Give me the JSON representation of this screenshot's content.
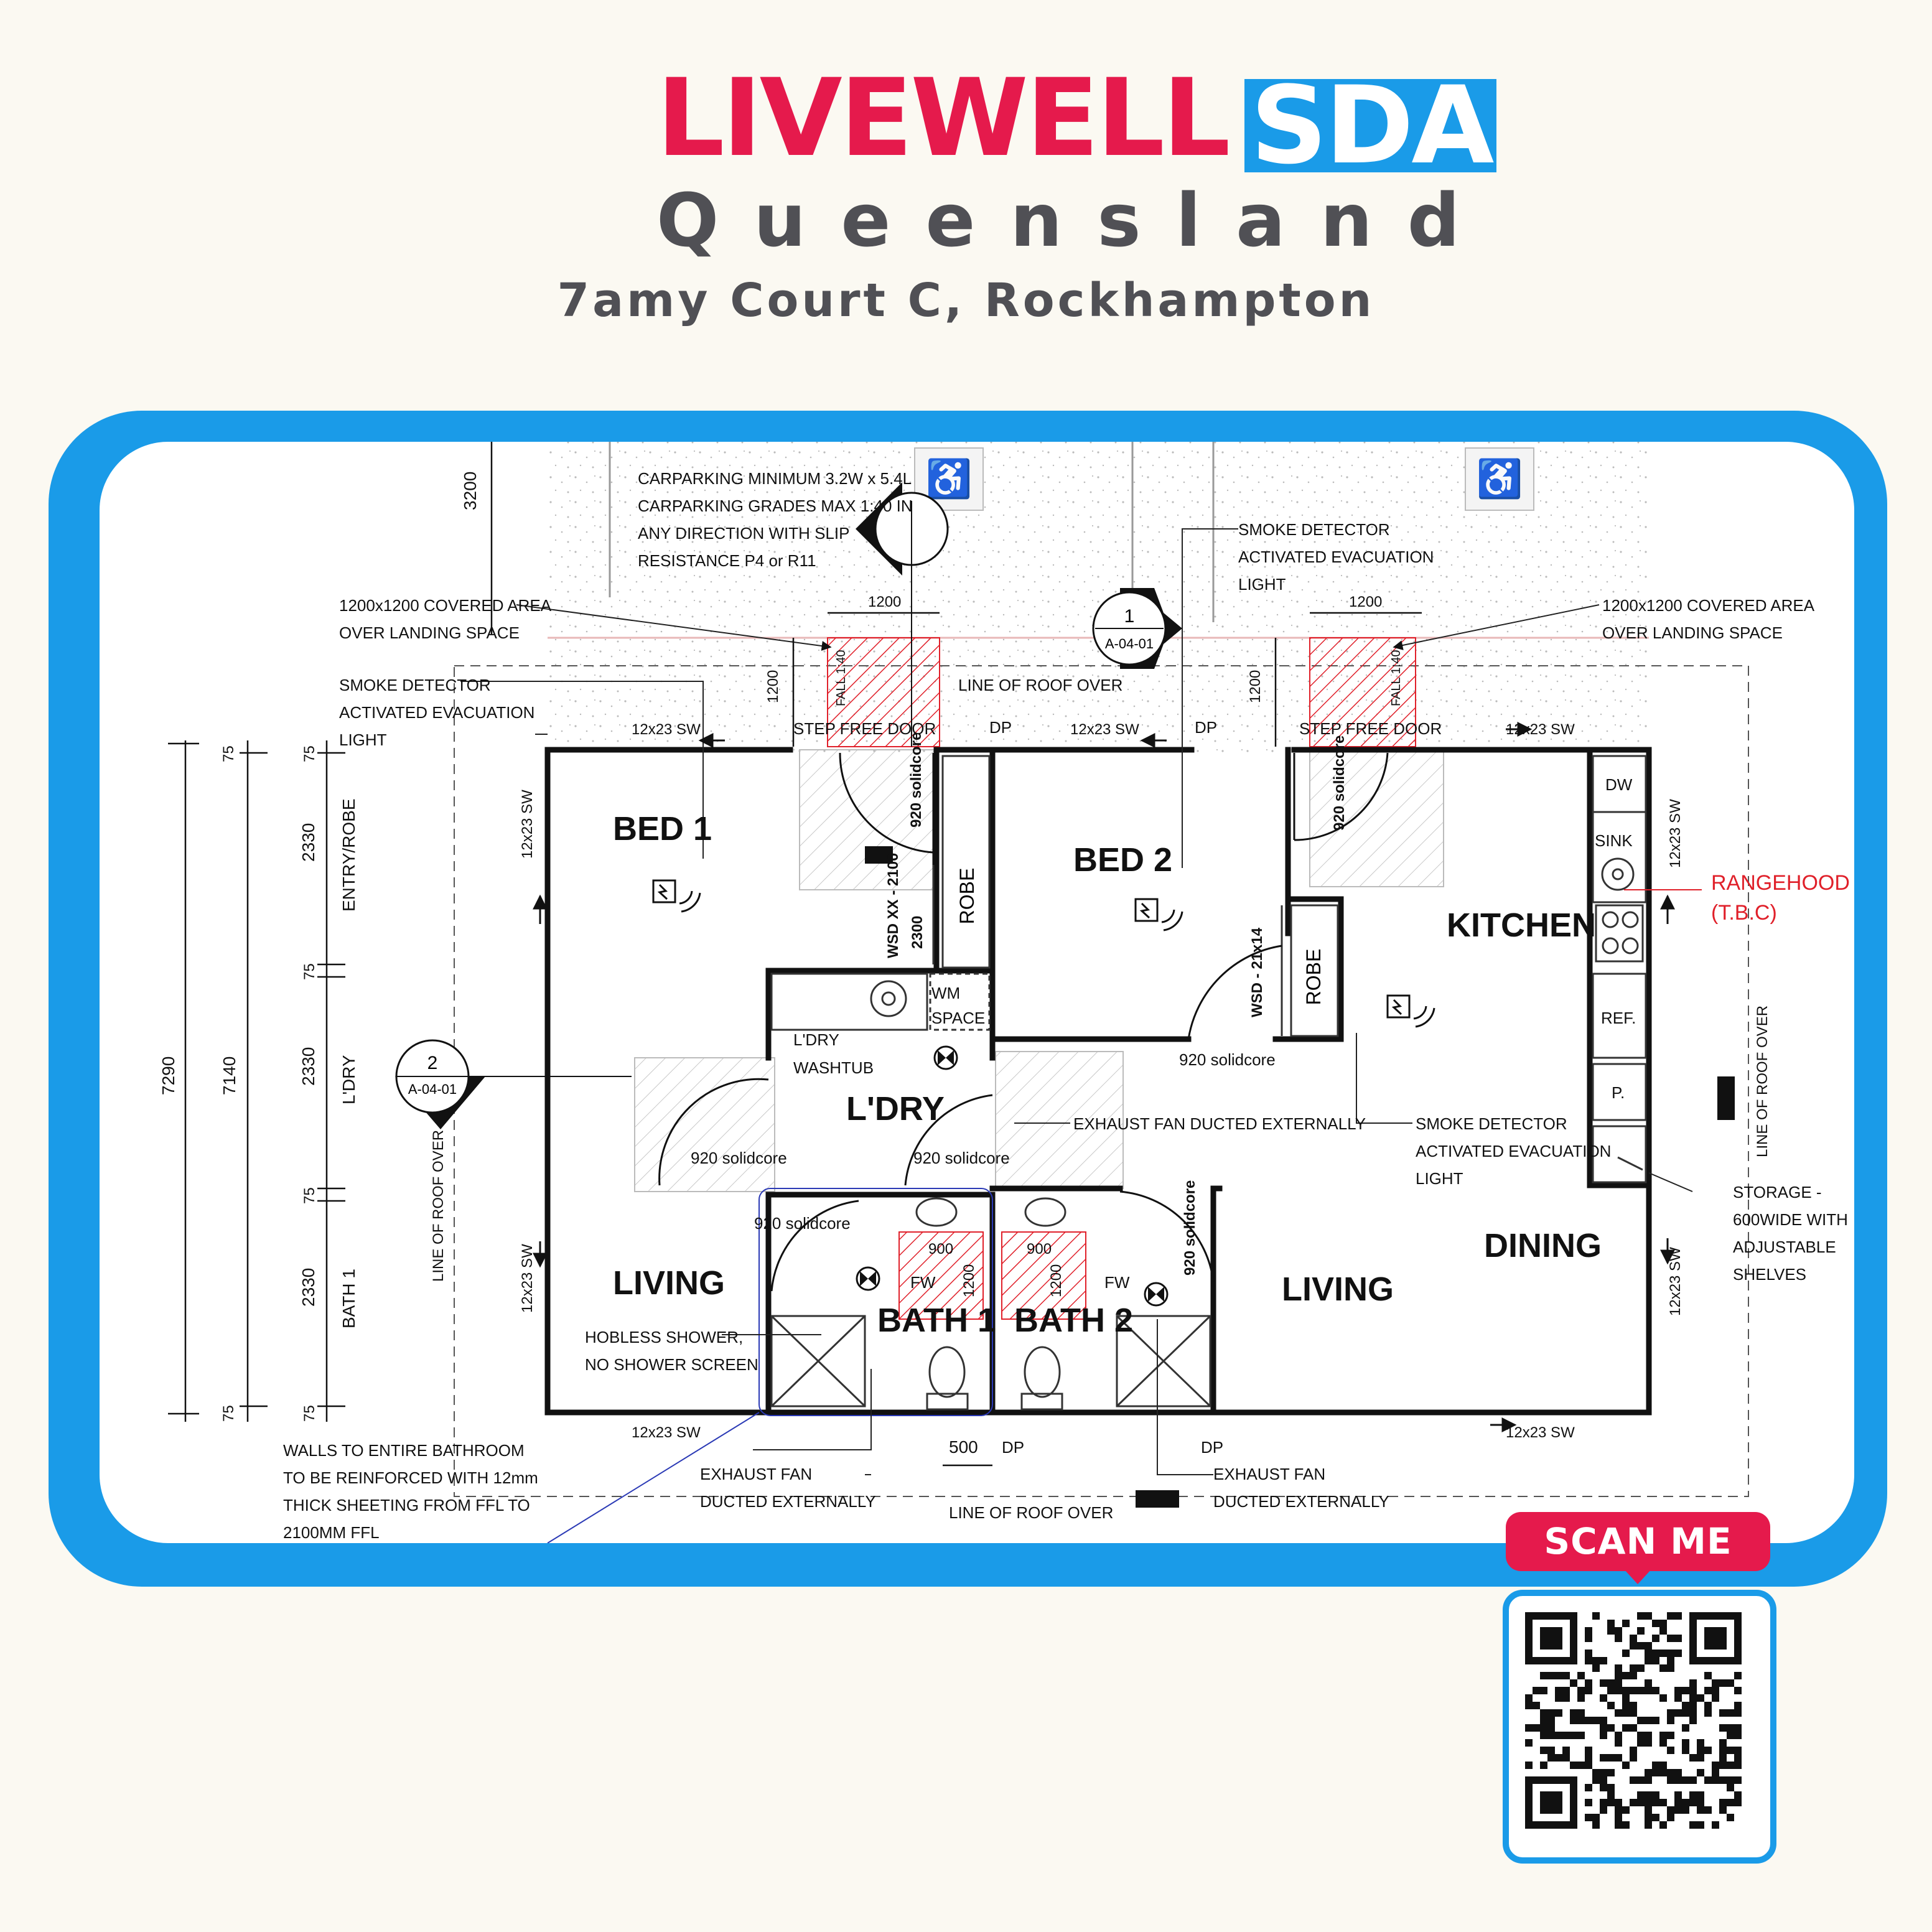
{
  "brand": {
    "name_primary": "LIVEWELL",
    "name_secondary": "SDA",
    "region": "Queensland",
    "address": "7amy Court C, Rockhampton"
  },
  "colors": {
    "brand_red": "#e51a4c",
    "brand_blue": "#1a9be8",
    "text_gray": "#505055",
    "plan_red": "#e0202a"
  },
  "plan": {
    "rooms": {
      "bed1": "BED 1",
      "bed2": "BED 2",
      "kitchen": "KITCHEN",
      "ldry": "L'DRY",
      "living_left": "LIVING",
      "living_right": "LIVING",
      "dining": "DINING",
      "bath1": "BATH 1",
      "bath2": "BATH 2",
      "robe1": "ROBE",
      "robe2": "ROBE"
    },
    "fixtures": {
      "dw": "DW",
      "sink": "SINK",
      "ref": "REF.",
      "pantry": "P.",
      "wm_space_1": "WM",
      "wm_space_2": "SPACE",
      "fw": "FW"
    },
    "notes": {
      "carpark_1": "CARPARKING MINIMUM 3.2W x 5.4L",
      "carpark_2": "CARPARKING GRADES MAX 1:40 IN",
      "carpark_3": "ANY DIRECTION WITH SLIP",
      "carpark_4": "RESISTANCE P4 or R11",
      "covered_1": "1200x1200 COVERED AREA",
      "covered_2": "OVER LANDING SPACE",
      "smoke_1": "SMOKE DETECTOR",
      "smoke_2": "ACTIVATED EVACUATION",
      "smoke_3": "LIGHT",
      "rangehood_1": "RANGEHOOD",
      "rangehood_2": "(T.B.C)",
      "storage_1": "STORAGE -",
      "storage_2": "600WIDE WITH",
      "storage_3": "ADJUSTABLE",
      "storage_4": "SHELVES",
      "exhaust_a": "EXHAUST FAN DUCTED EXTERNALLY",
      "exhaust_b1": "EXHAUST FAN",
      "exhaust_b2": "DUCTED EXTERNALLY",
      "walls_1": "WALLS TO ENTIRE BATHROOM",
      "walls_2": "TO BE REINFORCED WITH 12mm",
      "walls_3": "THICK SHEETING FROM FFL TO",
      "walls_4": "2100MM FFL",
      "hobless_1": "HOBLESS SHOWER,",
      "hobless_2": "NO SHOWER SCREEN",
      "ldry_washtub_1": "L'DRY",
      "ldry_washtub_2": "WASHTUB",
      "roof_over": "LINE OF ROOF OVER",
      "step_free": "STEP FREE DOOR",
      "door_920": "920 solidcore",
      "sw": "12x23 SW",
      "dp": "DP",
      "wsd_1": "WSD XX - 2100",
      "wsd_1b": "2300",
      "wsd_2": "WSD - 21x14",
      "fall": "FALL 1:40",
      "section_1_num": "1",
      "section_2_num": "2",
      "section_ref": "A-04-01"
    },
    "dimensions": {
      "d1200": "1200",
      "d900": "900",
      "d3200": "3200",
      "d500": "500",
      "d7290": "7290",
      "d7140": "7140",
      "d2330": "2330",
      "d75": "75",
      "zone_entry": "ENTRY/ROBE",
      "zone_ldry": "L'DRY",
      "zone_bath": "BATH 1"
    }
  },
  "qr": {
    "cta": "SCAN ME"
  }
}
